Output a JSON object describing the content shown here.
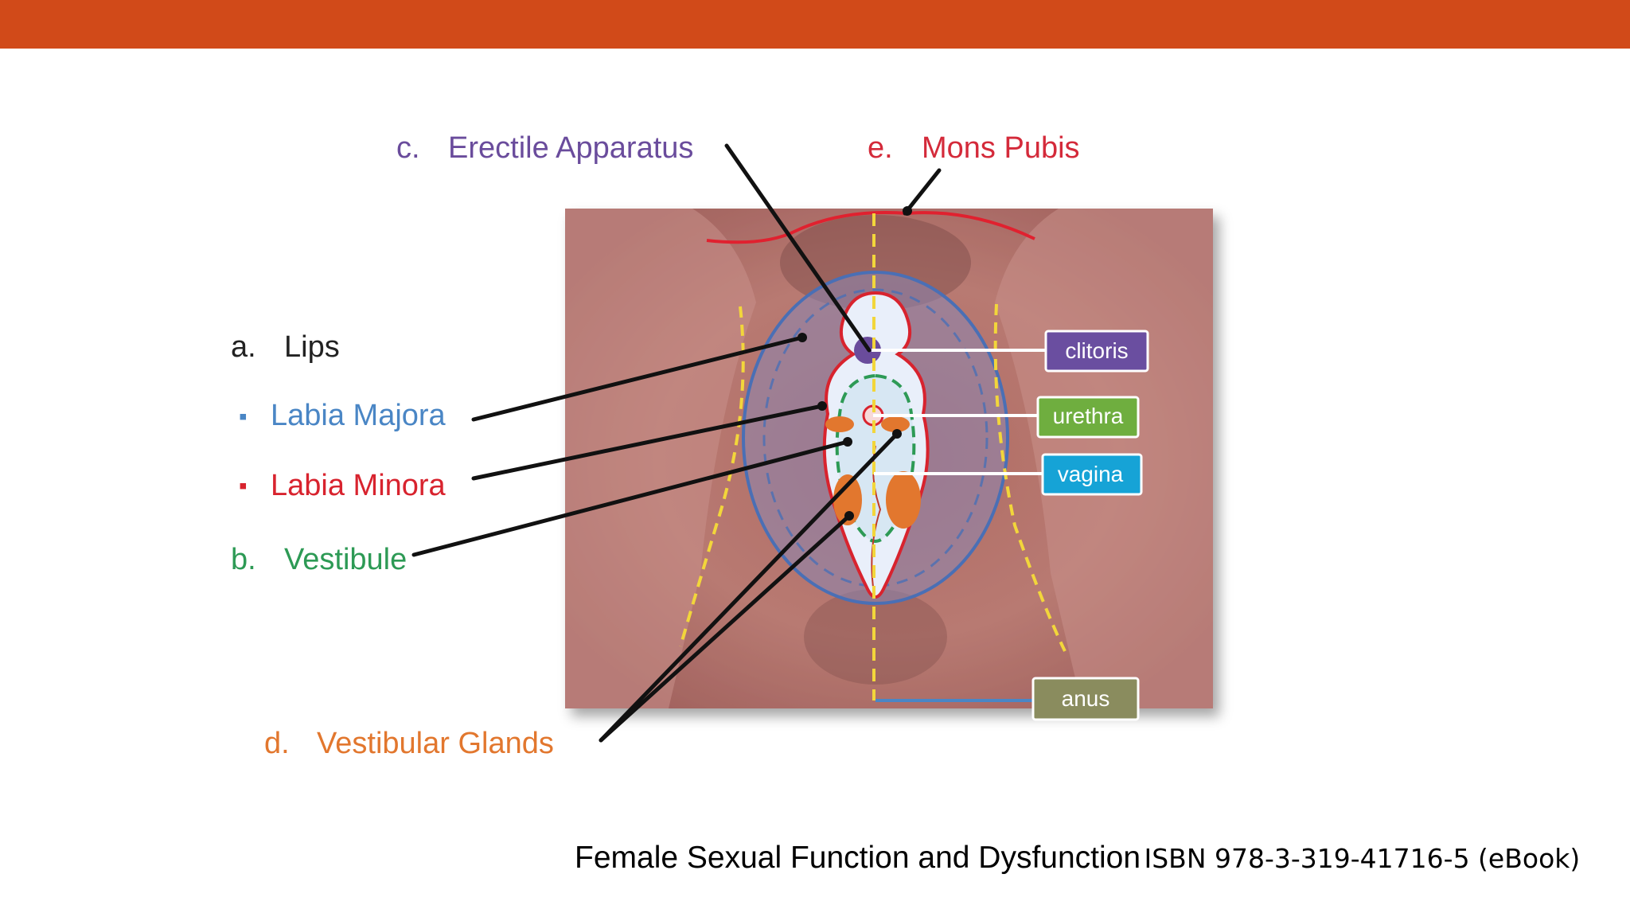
{
  "colors": {
    "top_bar": "#d14a19",
    "lips": "#222222",
    "labia_majora": "#4a86c5",
    "labia_minora": "#d8232e",
    "vestibule": "#2d9a55",
    "erectile_apparatus": "#6a4c9c",
    "vestibular_glands": "#e2772e",
    "mons_pubis": "#d42a3a",
    "clitoris_box": "#6a4ea0",
    "urethra_box": "#6fae3f",
    "vagina_box": "#16a3d6",
    "anus_box": "#8a8c5e"
  },
  "labels": {
    "erectile_apparatus": {
      "letter": "c.",
      "text": "Erectile Apparatus"
    },
    "mons_pubis": {
      "letter": "e.",
      "text": "Mons Pubis"
    },
    "lips": {
      "letter": "a.",
      "text": "Lips"
    },
    "labia_majora": {
      "bullet": "▪",
      "text": "Labia Majora"
    },
    "labia_minora": {
      "bullet": "▪",
      "text": "Labia Minora"
    },
    "vestibule": {
      "letter": "b.",
      "text": "Vestibule"
    },
    "vestibular_glands": {
      "letter": "d.",
      "text": "Vestibular Glands"
    }
  },
  "boxes": {
    "clitoris": "clitoris",
    "urethra": "urethra",
    "vagina": "vagina",
    "anus": "anus"
  },
  "caption": {
    "title": "Female Sexual Function and Dysfunction",
    "isbn": "ISBN 978-3-319-41716-5 (eBook)"
  }
}
